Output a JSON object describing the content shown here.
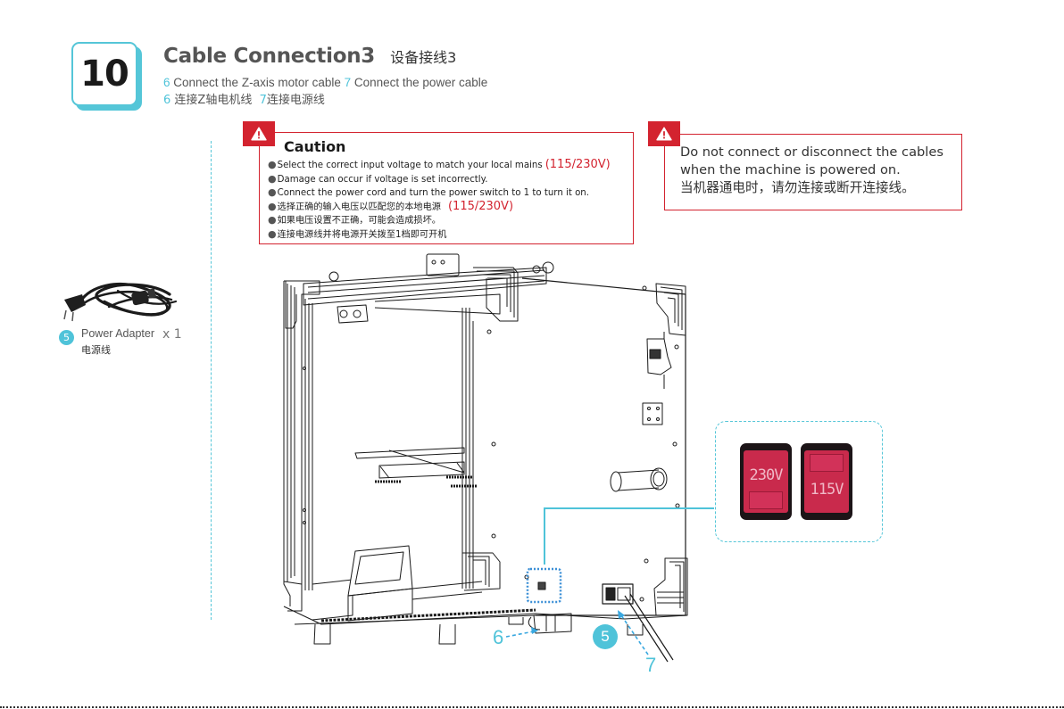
{
  "step": {
    "number": "10",
    "title_en": "Cable Connection3",
    "title_cn": "设备接线3"
  },
  "subtitle": {
    "en": [
      {
        "num": "6",
        "text": " Connect the Z-axis motor cable "
      },
      {
        "num": "7",
        "text": " Connect the power cable"
      }
    ],
    "cn": [
      {
        "num": "6",
        "text": " 连接Z轴电机线  "
      },
      {
        "num": "7",
        "text": "连接电源线"
      }
    ]
  },
  "caution": {
    "icon": "warning-triangle-icon",
    "title": "Caution",
    "bullet": "●",
    "items": [
      {
        "text": "Select the correct input voltage to match your local mains",
        "highlight": "(115/230V)"
      },
      {
        "text": "Damage can occur if voltage is set incorrectly.",
        "highlight": ""
      },
      {
        "text": "Connect the power cord and turn the power switch to 1 to turn it on.",
        "highlight": ""
      },
      {
        "text": "选择正确的输入电压以匹配您的本地电源",
        "highlight": "(115/230V)"
      },
      {
        "text": "如果电压设置不正确，可能会造成损坏。",
        "highlight": ""
      },
      {
        "text": "连接电源线并将电源开关拨至1档即可开机",
        "highlight": ""
      }
    ]
  },
  "notice": {
    "icon": "warning-triangle-icon",
    "lines": [
      "Do not connect or disconnect the cables",
      "when the machine is powered on.",
      "当机器通电时，请勿连接或断开连接线。"
    ]
  },
  "parts": [
    {
      "badge": "5",
      "name_en": "Power Adapter",
      "name_cn": "电源线",
      "quantity": "x 1",
      "image": "power-cable"
    }
  ],
  "voltage_switch": {
    "options": [
      {
        "label": "230V",
        "window": "bottom"
      },
      {
        "label": "115V",
        "window": "top"
      }
    ]
  },
  "callouts": {
    "motor_cable": "6",
    "power_adapter": "5",
    "power_cable": "7"
  },
  "colors": {
    "accent_cyan": "#4fc3d9",
    "warning_red": "#d3232f",
    "switch_red": "#c92a4c",
    "title_gray": "#555555"
  }
}
